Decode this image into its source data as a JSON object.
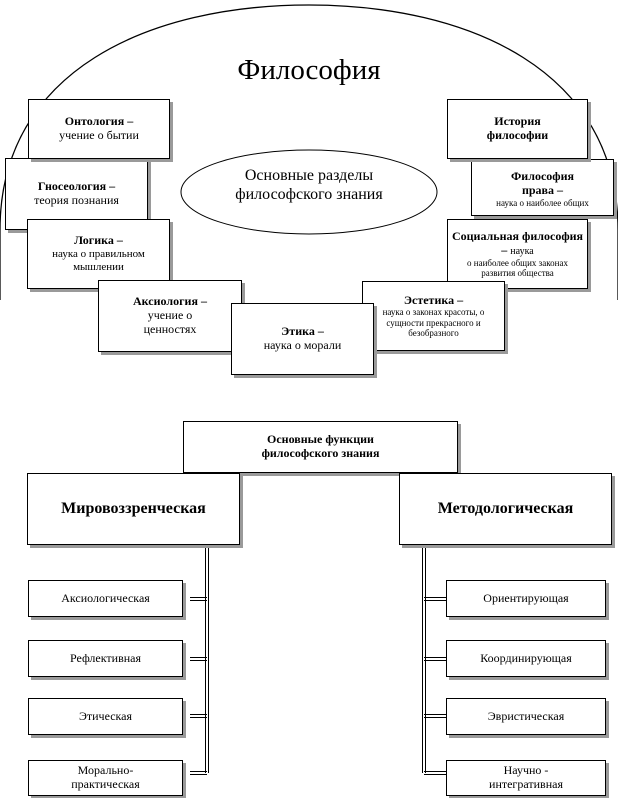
{
  "top": {
    "title": "Философия",
    "center": "Основные разделы философского знания",
    "nodes": {
      "ontology": {
        "title": "Онтология –",
        "desc": "учение о бытии"
      },
      "gnoseology": {
        "title": "Гносеология –",
        "desc": "теория познания"
      },
      "logic": {
        "title": "Логика –",
        "desc": "наука о правильном мышлении"
      },
      "axiology": {
        "title": "Аксиология –",
        "desc": "учение о ценностях"
      },
      "ethics": {
        "title": "Этика –",
        "desc": "наука о морали"
      },
      "aesthetics": {
        "title": "Эстетика –",
        "desc": "наука о законах красоты, о сущности прекрасного и безобразного"
      },
      "social": {
        "title": "Социальная философия –",
        "tail": "наука",
        "desc": "о наиболее общих законах развития общества"
      },
      "law": {
        "title": "Философия права –",
        "desc": "наука о наиболее общих"
      },
      "history": {
        "title": "История философии"
      }
    }
  },
  "functions": {
    "title": "Основные функции философского знания",
    "worldview": {
      "title": "Мировоззренческая",
      "items": [
        "Аксиологическая",
        "Рефлективная",
        "Этическая",
        "Морально-практическая"
      ]
    },
    "methodological": {
      "title": "Методологическая",
      "items": [
        "Ориентирующая",
        "Координирующая",
        "Эвристическая",
        "Научно - интегративная"
      ]
    }
  }
}
